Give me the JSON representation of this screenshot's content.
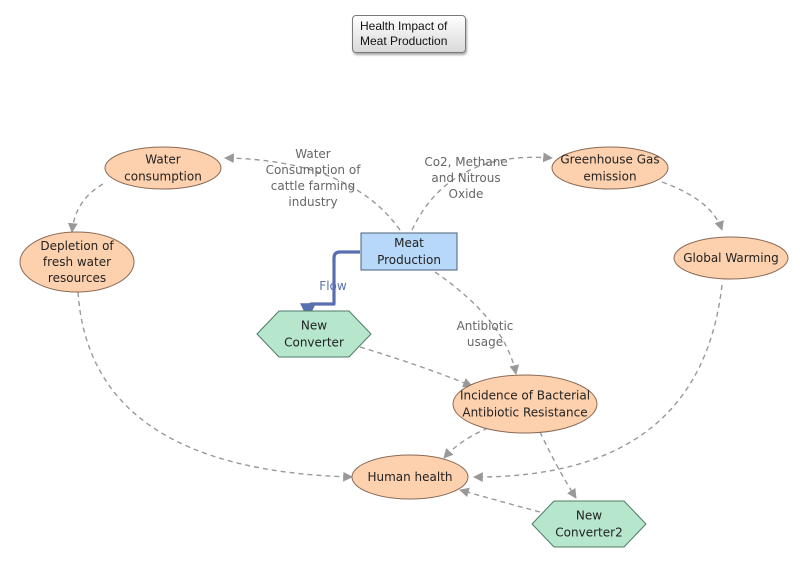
{
  "title": {
    "line1": "Health Impact of",
    "line2": "Meat Production"
  },
  "nodes": {
    "water_consumption": {
      "lines": [
        "Water",
        "consumption"
      ],
      "shape": "ellipse"
    },
    "depletion": {
      "lines": [
        "Depletion of",
        "fresh water",
        "resources"
      ],
      "shape": "ellipse"
    },
    "greenhouse": {
      "lines": [
        "Greenhouse Gas",
        "emission"
      ],
      "shape": "ellipse"
    },
    "global_warming": {
      "lines": [
        "Global Warming"
      ],
      "shape": "ellipse"
    },
    "meat_production": {
      "lines": [
        "Meat",
        "Production"
      ],
      "shape": "stock"
    },
    "new_converter": {
      "lines": [
        "New",
        "Converter"
      ],
      "shape": "hexagon"
    },
    "incidence": {
      "lines": [
        "Incidence of Bacterial",
        "Antibiotic Resistance"
      ],
      "shape": "ellipse"
    },
    "human_health": {
      "lines": [
        "Human health"
      ],
      "shape": "ellipse"
    },
    "new_converter2": {
      "lines": [
        "New",
        "Converter2"
      ],
      "shape": "hexagon"
    }
  },
  "link_labels": {
    "water_cattle": [
      "Water",
      "Consumption of",
      "cattle farming",
      "industry"
    ],
    "co2": [
      "Co2, Methane",
      "and Nitrous",
      "Oxide"
    ],
    "antibiotic": [
      "Antibiotic",
      "usage"
    ],
    "flow": [
      "Flow"
    ]
  },
  "colors": {
    "ellipse_fill": "#fdd1ae",
    "ellipse_stroke": "#8a6a55",
    "stock_fill": "#b7d8f8",
    "stock_stroke": "#4a5f7a",
    "hexagon_fill": "#b6e6cc",
    "hexagon_stroke": "#4f7a66",
    "link": "#999999",
    "flow": "#5a6fb0",
    "label_text": "#666666",
    "node_text": "#222222"
  }
}
